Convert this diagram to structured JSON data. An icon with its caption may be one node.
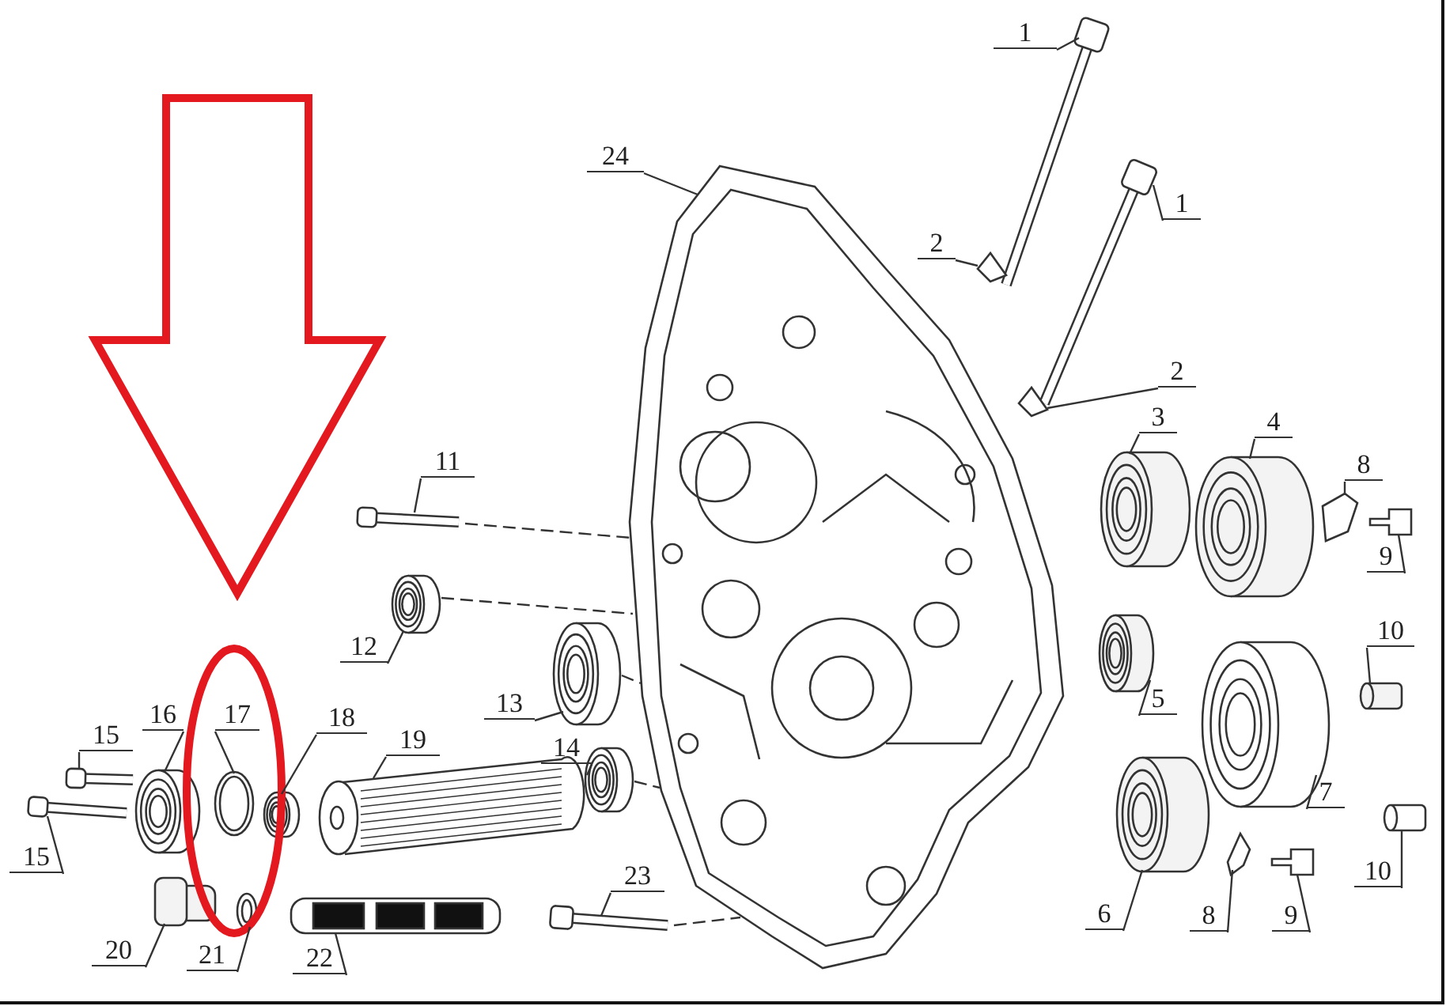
{
  "diagram": {
    "nodes": [
      {
        "text": [
          "1"
        ]
      },
      {
        "text": [
          "1"
        ]
      },
      {
        "text": [
          "2"
        ]
      },
      {
        "text": [
          "2"
        ]
      },
      {
        "text": [
          "3"
        ]
      },
      {
        "text": [
          "4"
        ]
      },
      {
        "text": [
          "5"
        ]
      },
      {
        "text": [
          "6"
        ]
      },
      {
        "text": [
          "7"
        ]
      },
      {
        "text": [
          "8"
        ]
      },
      {
        "text": [
          "8"
        ]
      },
      {
        "text": [
          "9"
        ]
      },
      {
        "text": [
          "9"
        ]
      },
      {
        "text": [
          "10"
        ]
      },
      {
        "text": [
          "10"
        ]
      },
      {
        "text": [
          "11"
        ]
      },
      {
        "text": [
          "12"
        ]
      },
      {
        "text": [
          "13"
        ]
      },
      {
        "text": [
          "14"
        ]
      },
      {
        "text": [
          "15"
        ]
      },
      {
        "text": [
          "15"
        ]
      },
      {
        "text": [
          "16"
        ]
      },
      {
        "text": [
          "17"
        ]
      },
      {
        "text": [
          "18"
        ]
      },
      {
        "text": [
          "19"
        ]
      },
      {
        "text": [
          "20"
        ]
      },
      {
        "text": [
          "21"
        ]
      },
      {
        "text": [
          "22"
        ]
      },
      {
        "text": [
          "23"
        ]
      },
      {
        "text": [
          "24"
        ]
      },
      {
        "text": [],
        "shape": "picture"
      },
      {
        "text": [],
        "shape": "picture"
      },
      {
        "text": [],
        "shape": "picture"
      },
      {
        "text": [],
        "shape": "picture"
      },
      {
        "text": [],
        "shape": "cylinder"
      },
      {
        "text": [],
        "shape": "cylinder"
      },
      {
        "text": [],
        "shape": "cylinder"
      },
      {
        "text": [],
        "shape": "cylinder"
      },
      {
        "text": [],
        "shape": "picture"
      },
      {
        "text": [],
        "shape": "picture"
      },
      {
        "text": [],
        "shape": "picture"
      },
      {
        "text": [],
        "shape": "picture"
      },
      {
        "text": [],
        "shape": "picture"
      },
      {
        "text": [],
        "shape": "cylinder"
      },
      {
        "text": [],
        "shape": "picture"
      },
      {
        "text": [],
        "shape": "picture"
      },
      {
        "text": [],
        "shape": "picture"
      },
      {
        "text": [],
        "shape": "picture"
      },
      {
        "text": [],
        "shape": "picture"
      },
      {
        "text": [],
        "shape": "picture"
      },
      {
        "text": [],
        "shape": "picture"
      },
      {
        "text": [],
        "shape": "picture"
      },
      {
        "text": [],
        "shape": "picture"
      },
      {
        "text": [],
        "shape": "picture"
      },
      {
        "text": [],
        "shape": "picture"
      },
      {
        "text": [],
        "shape": "cylinder"
      },
      {
        "text": [],
        "shape": "picture"
      },
      {
        "text": [],
        "shape": "picture"
      },
      {
        "text": [],
        "shape": "picture"
      },
      {
        "text": [],
        "shape": "picture"
      }
    ],
    "edges": [
      {
        "from": 0,
        "to": 30,
        "arrow": "none"
      },
      {
        "from": 1,
        "to": 31,
        "arrow": "none"
      },
      {
        "from": 2,
        "to": 32,
        "arrow": "none"
      },
      {
        "from": 3,
        "to": 33,
        "arrow": "none"
      },
      {
        "from": 4,
        "to": 34,
        "arrow": "none"
      },
      {
        "from": 5,
        "to": 35,
        "arrow": "none"
      },
      {
        "from": 6,
        "to": 36,
        "arrow": "none"
      },
      {
        "from": 7,
        "to": 37,
        "arrow": "none"
      },
      {
        "from": 8,
        "to": 38,
        "arrow": "none"
      },
      {
        "from": 9,
        "to": 39,
        "arrow": "none"
      },
      {
        "from": 10,
        "to": 40,
        "arrow": "none"
      },
      {
        "from": 11,
        "to": 41,
        "arrow": "none"
      },
      {
        "from": 12,
        "to": 42,
        "arrow": "none"
      },
      {
        "from": 13,
        "to": 43,
        "arrow": "none"
      },
      {
        "from": 14,
        "to": 44,
        "arrow": "none"
      },
      {
        "from": 15,
        "to": 45,
        "arrow": "none"
      },
      {
        "from": 16,
        "to": 46,
        "arrow": "none"
      },
      {
        "from": 17,
        "to": 47,
        "arrow": "none"
      },
      {
        "from": 18,
        "to": 48,
        "arrow": "none"
      },
      {
        "from": 19,
        "to": 49,
        "arrow": "none"
      },
      {
        "from": 20,
        "to": 50,
        "arrow": "none"
      },
      {
        "from": 21,
        "to": 51,
        "arrow": "none"
      },
      {
        "from": 22,
        "to": 52,
        "arrow": "none"
      },
      {
        "from": 23,
        "to": 53,
        "arrow": "none"
      },
      {
        "from": 24,
        "to": 54,
        "arrow": "none"
      },
      {
        "from": 25,
        "to": 55,
        "arrow": "none"
      },
      {
        "from": 26,
        "to": 56,
        "arrow": "none"
      },
      {
        "from": 27,
        "to": 57,
        "arrow": "none"
      },
      {
        "from": 28,
        "to": 58,
        "arrow": "none"
      },
      {
        "from": 29,
        "to": 59,
        "arrow": "none"
      },
      {
        "from": 45,
        "to": 59,
        "arrow": "none",
        "style": "dashed"
      },
      {
        "from": 46,
        "to": 59,
        "arrow": "none",
        "style": "dashed"
      },
      {
        "from": 47,
        "to": 59,
        "arrow": "none",
        "style": "dashed"
      },
      {
        "from": 48,
        "to": 59,
        "arrow": "none",
        "style": "dashed"
      },
      {
        "from": 58,
        "to": 59,
        "arrow": "none",
        "style": "dashed"
      }
    ]
  }
}
